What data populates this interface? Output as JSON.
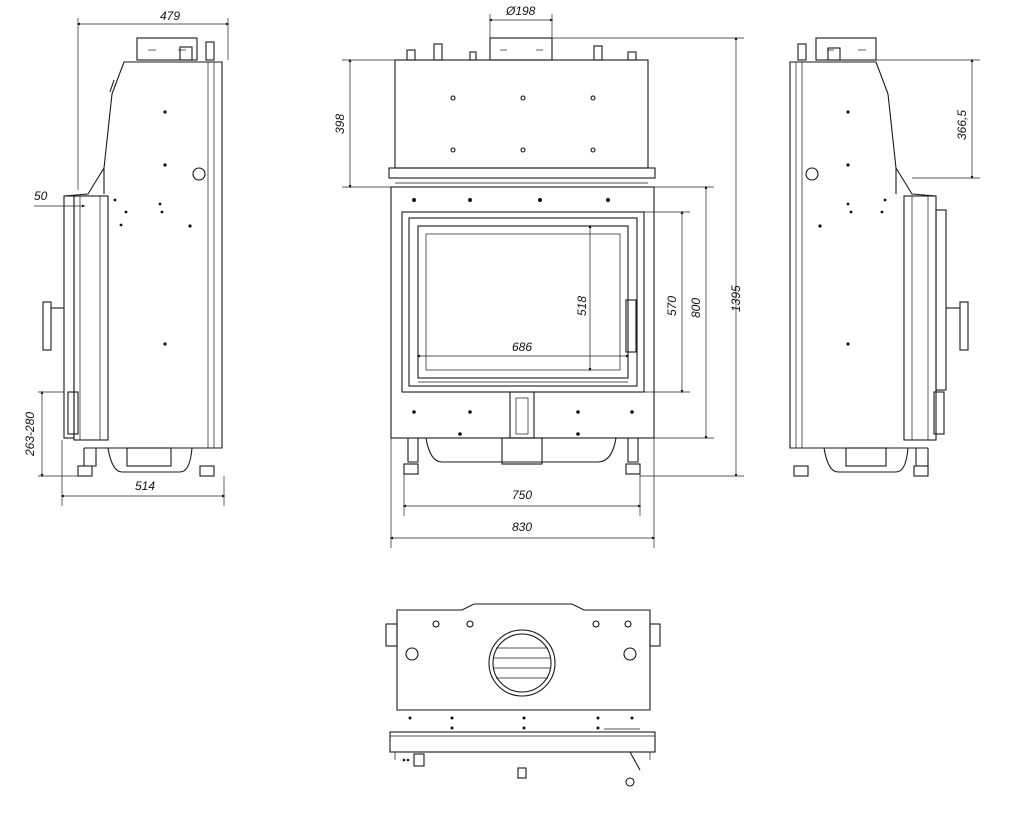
{
  "dimensions": {
    "left_width": "479",
    "left_depth": "514",
    "left_offset": "50",
    "left_height_range": "263-280",
    "flue_diameter": "Ø198",
    "top_height": "398",
    "total_height": "1395",
    "door_height": "800",
    "glass_height_outer": "570",
    "glass_height_inner": "518",
    "glass_width": "686",
    "front_width_inner": "750",
    "front_width_outer": "830",
    "right_top_height": "366,5"
  },
  "colors": {
    "line": "#1a1a1a",
    "background": "#ffffff"
  }
}
